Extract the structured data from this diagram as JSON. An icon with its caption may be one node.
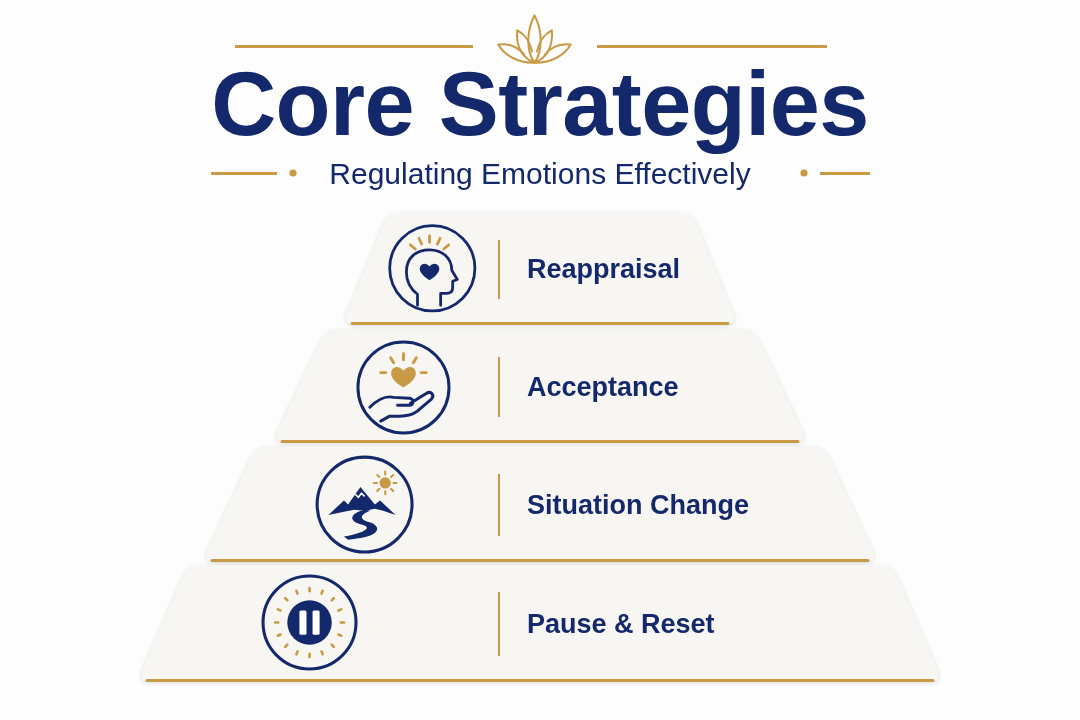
{
  "diagram": {
    "title": "Core Strategies",
    "nodes": [
      {
        "text": [
          "Reappraisal"
        ]
      },
      {
        "text": [
          "Acceptance"
        ]
      },
      {
        "text": [
          "Situation Change"
        ]
      },
      {
        "text": [
          "Pause & Reset"
        ]
      }
    ],
    "labels": [
      "Regulating Emotions Effectively"
    ]
  }
}
